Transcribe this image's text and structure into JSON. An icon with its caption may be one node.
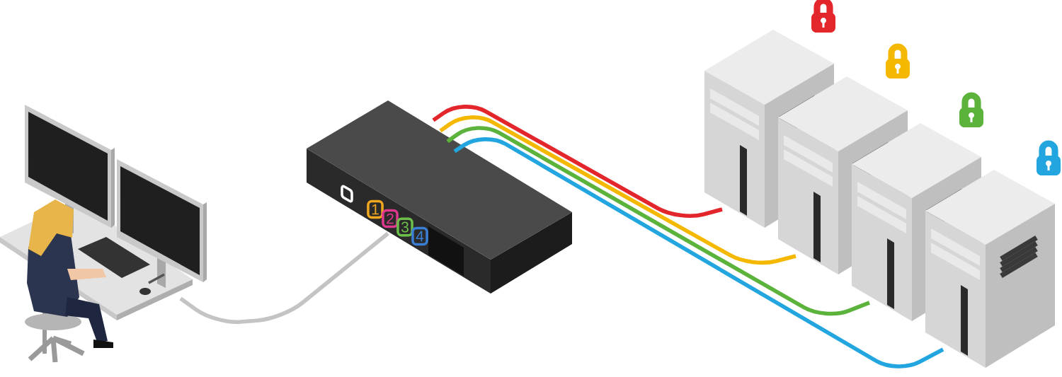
{
  "diagram": {
    "nodes": [
      {
        "text": [],
        "shape": "picture"
      },
      {
        "text": [],
        "shape": "picture"
      },
      {
        "text": [],
        "shape": "picture"
      },
      {
        "text": [],
        "shape": "picture"
      },
      {
        "text": [],
        "shape": "picture"
      },
      {
        "text": [],
        "shape": "picture"
      }
    ],
    "edges": [
      {
        "from": 0,
        "to": 1,
        "arrow": "none",
        "color": "#c4c4c4"
      },
      {
        "from": 1,
        "to": 2,
        "arrow": "none",
        "color": "#e3262b"
      },
      {
        "from": 1,
        "to": 3,
        "arrow": "none",
        "color": "#f5b800"
      },
      {
        "from": 1,
        "to": 4,
        "arrow": "none",
        "color": "#5bb33c"
      },
      {
        "from": 1,
        "to": 5,
        "arrow": "none",
        "color": "#23a6e0"
      }
    ],
    "labels": [
      "1",
      "2",
      "3",
      "4"
    ]
  }
}
